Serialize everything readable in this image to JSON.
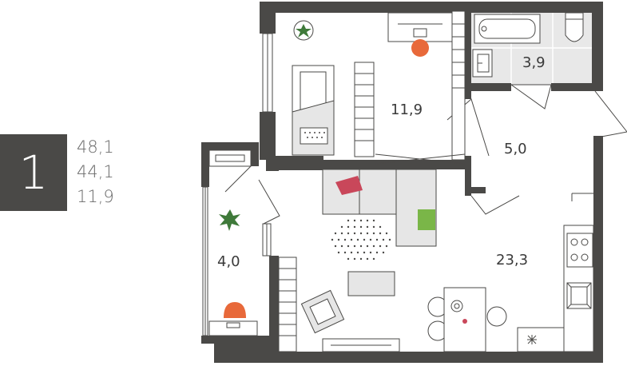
{
  "apartment": {
    "rooms_count": "1",
    "total_area": "48,1",
    "living_total": "44,1",
    "living_room_area": "11,9"
  },
  "rooms": {
    "bedroom": "11,9",
    "bathroom": "3,9",
    "hallway": "5,0",
    "balcony": "4,0",
    "kitchen_living": "23,3"
  },
  "colors": {
    "wall": "#4a4947",
    "accent_orange": "#e8693a",
    "pillow_red": "#c9475a",
    "pillow_green": "#7ab648",
    "plant_green": "#3f7a3a",
    "bathroom_tile": "#e8e8e8",
    "furniture_fill": "#e6e6e6"
  },
  "icons": [
    "plant-icon",
    "bathtub-icon",
    "toilet-icon",
    "sink-icon",
    "bed-icon",
    "sofa-icon",
    "stove-icon",
    "table-icon",
    "armchair-icon",
    "pillow-icon",
    "rug-icon"
  ]
}
